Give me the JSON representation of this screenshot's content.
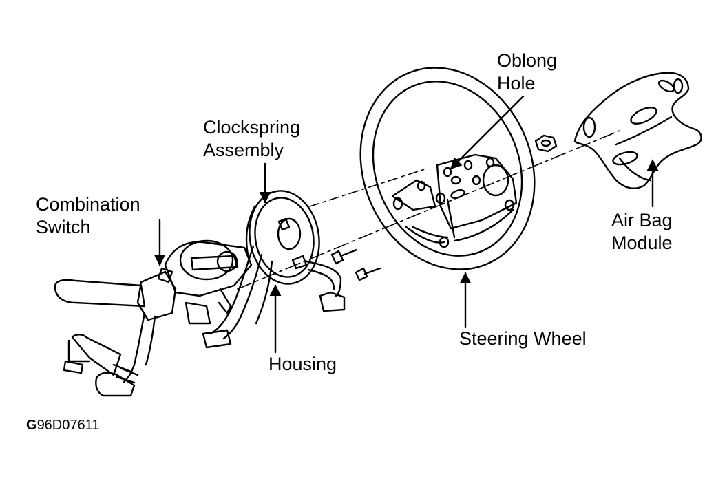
{
  "labels": {
    "oblong_hole": [
      "Oblong",
      "Hole"
    ],
    "clockspring_assembly": [
      "Clockspring",
      "Assembly"
    ],
    "combination_switch": [
      "Combination",
      "Switch"
    ],
    "air_bag_module": [
      "Air Bag",
      "Module"
    ],
    "housing": "Housing",
    "steering_wheel": "Steering Wheel"
  },
  "figure_code": {
    "prefix": "G",
    "rest": "96D07611"
  }
}
